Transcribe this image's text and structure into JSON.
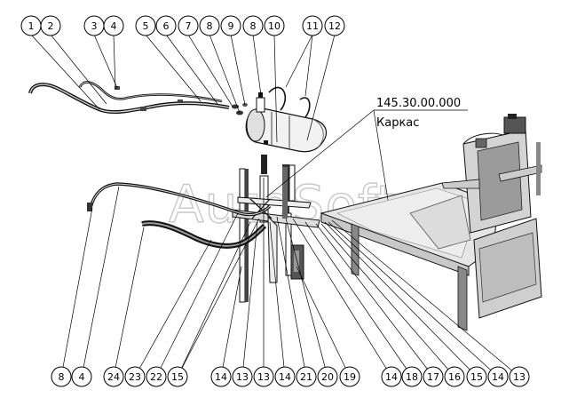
{
  "watermark": "AutoSoft",
  "assembly": {
    "code": "145.30.00.000",
    "caption": "Каркас"
  },
  "callouts_top": [
    "1",
    "2",
    "3",
    "4",
    "5",
    "6",
    "7",
    "8",
    "9",
    "8",
    "10",
    "11",
    "12"
  ],
  "callouts_bottom": [
    "8",
    "4",
    "24",
    "23",
    "22",
    "15",
    "14",
    "13",
    "13",
    "14",
    "21",
    "20",
    "19",
    "14",
    "18",
    "17",
    "16",
    "15",
    "14",
    "13"
  ]
}
